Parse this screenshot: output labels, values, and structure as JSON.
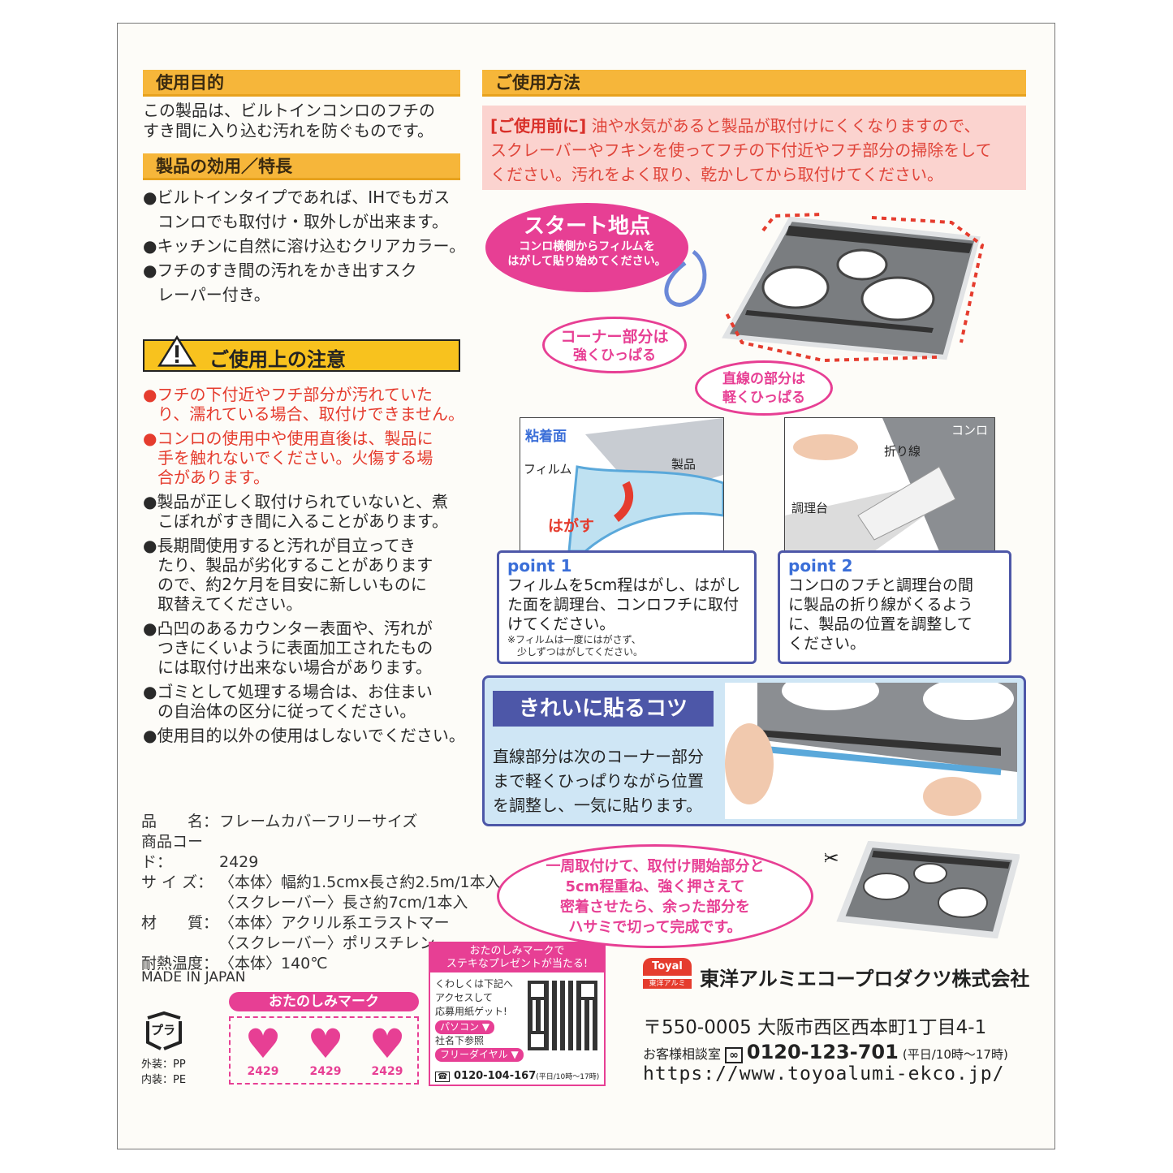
{
  "sections": {
    "purpose": {
      "title": "使用目的",
      "lines": [
        "この製品は、ビルトインコンロのフチの",
        "すき間に入り込む汚れを防ぐものです。"
      ]
    },
    "features": {
      "title": "製品の効用／特長",
      "items": [
        [
          "●ビルトインタイプであれば、IHでもガス",
          "コンロでも取付け・取外しが出来ます。"
        ],
        [
          "●キッチンに自然に溶け込むクリアカラー。"
        ],
        [
          "●フチのすき間の汚れをかき出すスク",
          "レーパー付き。"
        ]
      ]
    },
    "caution": {
      "title": "ご使用上の注意",
      "items": [
        {
          "red": true,
          "lines": [
            "●フチの下付近やフチ部分が汚れていた",
            "り、濡れている場合、取付けできません。"
          ]
        },
        {
          "red": true,
          "lines": [
            "●コンロの使用中や使用直後は、製品に",
            "手を触れないでください。火傷する場",
            "合があります。"
          ]
        },
        {
          "red": false,
          "lines": [
            "●製品が正しく取付けられていないと、煮",
            "こぼれがすき間に入ることがあります。"
          ]
        },
        {
          "red": false,
          "lines": [
            "●長期間使用すると汚れが目立ってき",
            "たり、製品が劣化することがあります",
            "ので、約2ケ月を目安に新しいものに",
            "取替えてください。"
          ]
        },
        {
          "red": false,
          "lines": [
            "●凸凹のあるカウンター表面や、汚れが",
            "つきにくいように表面加工されたもの",
            "には取付け出来ない場合があります。"
          ]
        },
        {
          "red": false,
          "lines": [
            "●ゴミとして処理する場合は、お住まい",
            "の自治体の区分に従ってください。"
          ]
        },
        {
          "red": false,
          "lines": [
            "●使用目的以外の使用はしないでください。"
          ]
        }
      ]
    },
    "howto": {
      "title": "ご使用方法",
      "before_label": "[ご使用前に]",
      "before_lines": [
        " 油や水気があると製品が取付けにくくなりますので、",
        "スクレーバーやフキンを使ってフチの下付近やフチ部分の掃除をして",
        "ください。汚れをよく取り、乾かしてから取付けてください。"
      ]
    }
  },
  "diagram": {
    "start_title": "スタート地点",
    "start_sub": [
      "コンロ横側からフィルムを",
      "はがして貼り始めてください。"
    ],
    "corner": [
      "コーナー部分は",
      "強くひっぱる"
    ],
    "straight": [
      "直線の部分は",
      "軽くひっぱる"
    ]
  },
  "illus": {
    "left": {
      "adhesive": "粘着面",
      "film": "フィルム",
      "product": "製品",
      "peel": "はがす"
    },
    "right": {
      "stove": "コンロ",
      "fold": "折り線",
      "counter": "調理台"
    }
  },
  "points": [
    {
      "title": "point 1",
      "lines": [
        "フィルムを5cm程はがし、はがし",
        "た面を調理台、コンロフチに取付",
        "けてください。"
      ],
      "note": [
        "※フィルムは一度にはがさず、",
        "少しずつはがしてください。"
      ]
    },
    {
      "title": "point 2",
      "lines": [
        "コンロのフチと調理台の間",
        "に製品の折り線がくるよう",
        "に、製品の位置を調整して",
        "ください。"
      ],
      "note": []
    }
  ],
  "tips": {
    "title": "きれいに貼るコツ",
    "lines": [
      "直線部分は次のコーナー部分",
      "まで軽くひっぱりながら位置",
      "を調整し、一気に貼ります。"
    ]
  },
  "finish": [
    "一周取付けて、取付け開始部分と",
    "5cm程重ね、強く押さえて",
    "密着させたら、余った部分を",
    "ハサミで切って完成です。"
  ],
  "specs": [
    {
      "label": "品　　名：",
      "value": "フレームカバーフリーサイズ"
    },
    {
      "label": "商品コード：",
      "value": "2429"
    },
    {
      "label": "サ イ ズ：",
      "value": "〈本体〉幅約1.5cmx長さ約2.5m/1本入"
    },
    {
      "label": "",
      "value": "〈スクレーバー〉長さ約7cm/1本入"
    },
    {
      "label": "材　　質：",
      "value": "〈本体〉アクリル系エラストマー"
    },
    {
      "label": "",
      "value": "〈スクレーバー〉ポリスチレン"
    },
    {
      "label": "耐熱温度：",
      "value": "〈本体〉140℃"
    }
  ],
  "made_in": "MADE IN JAPAN",
  "recycle": {
    "mark": "プラ",
    "outer": "外装：PP",
    "inner": "内装：PE"
  },
  "otanoshimi": {
    "title": "おたのしみマーク",
    "codes": [
      "2429",
      "2429",
      "2429"
    ]
  },
  "campaign": {
    "header": [
      "おたのしみマークで",
      "ステキなプレゼントが当たる!"
    ],
    "lines": [
      "くわしくは下記へ",
      "アクセスして",
      "応募用紙ゲット!"
    ],
    "pc_label": "パソコン ▼",
    "pc_note": "社名下参照",
    "free_label": "フリーダイヤル ▼",
    "free_number": "0120-104-167",
    "free_hours": "(平日/10時〜17時)"
  },
  "company": {
    "logo": "Toyal",
    "logo_sub": "東洋アルミ",
    "name": "東洋アルミエコープロダクツ株式会社",
    "address": "〒550-0005 大阪市西区西本町1丁目4-1",
    "support_label": "お客様相談室",
    "support_number": "0120-123-701",
    "support_hours": "(平日/10時〜17時)",
    "url": "https://www.toyoalumi-ekco.jp/"
  },
  "colors": {
    "header": "#f6b63a",
    "pink": "#e73f94",
    "red": "#e53c2e",
    "navy": "#4d57a8"
  }
}
